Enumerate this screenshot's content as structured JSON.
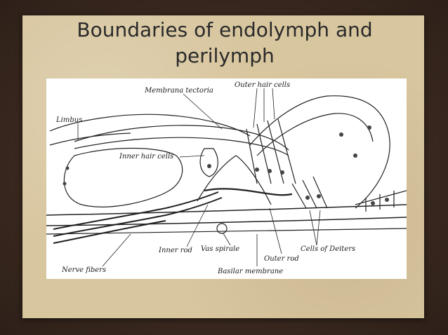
{
  "slide": {
    "title_line1": "Boundaries of endolymph and",
    "title_line2": "perilymph"
  },
  "diagram": {
    "labels": {
      "membrana_tectoria": "Membrana tectoria",
      "outer_hair_cells": "Outer hair cells",
      "limbus": "Limbus",
      "inner_hair_cells": "Inner hair cells",
      "inner_rod": "Inner rod",
      "vas_spirale": "Vas spirale",
      "cells_of_deiters": "Cells of Deiters",
      "outer_rod": "Outer rod",
      "nerve_fibers": "Nerve fibers",
      "basilar_membrane": "Basilar membrane"
    }
  }
}
